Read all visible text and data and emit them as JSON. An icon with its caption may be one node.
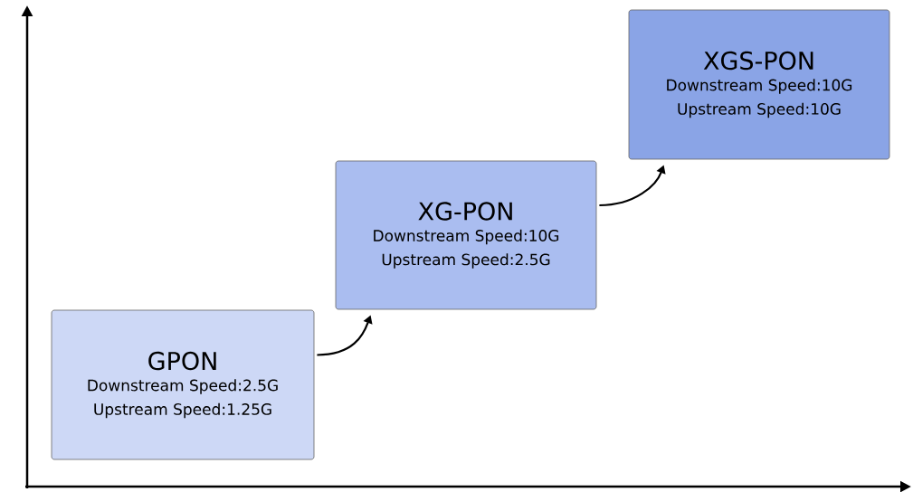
{
  "diagram": {
    "nodes": [
      {
        "text": [
          "GPON",
          "Downstream Speed:2.5G",
          "Upstream Speed:1.25G"
        ]
      },
      {
        "text": [
          "XG-PON",
          "Downstream Speed:10G",
          "Upstream Speed:2.5G"
        ]
      },
      {
        "text": [
          "XGS-PON",
          "Downstream Speed:10G",
          "Upstream Speed:10G"
        ]
      }
    ],
    "edges": [
      {
        "from": 0,
        "to": 1,
        "arrow": "to"
      },
      {
        "from": 1,
        "to": 2,
        "arrow": "to"
      }
    ]
  }
}
